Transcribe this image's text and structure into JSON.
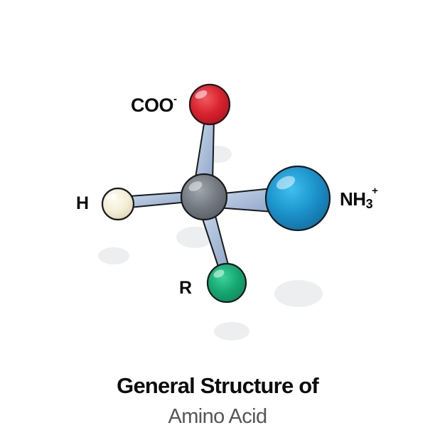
{
  "diagram": {
    "title_line_1": "General Structure of",
    "title_line_2": "Amino Acid",
    "labels": {
      "carboxyl": {
        "text": "COO",
        "sup": "-"
      },
      "amino": {
        "text": "NH",
        "sub": "3",
        "sup": "+"
      },
      "hydrogen": {
        "text": "H"
      },
      "side_chain": {
        "text": "R"
      }
    },
    "colors": {
      "carboxyl_atom": "#d8232f",
      "amino_atom": "#1d8fc7",
      "hydrogen_atom": "#f3efd9",
      "side_chain_atom": "#1aa874",
      "central_carbon": "#757b83",
      "bond": "#a9bfdc",
      "shadow": "#eceef0",
      "outline": "#1a1a1a"
    }
  }
}
